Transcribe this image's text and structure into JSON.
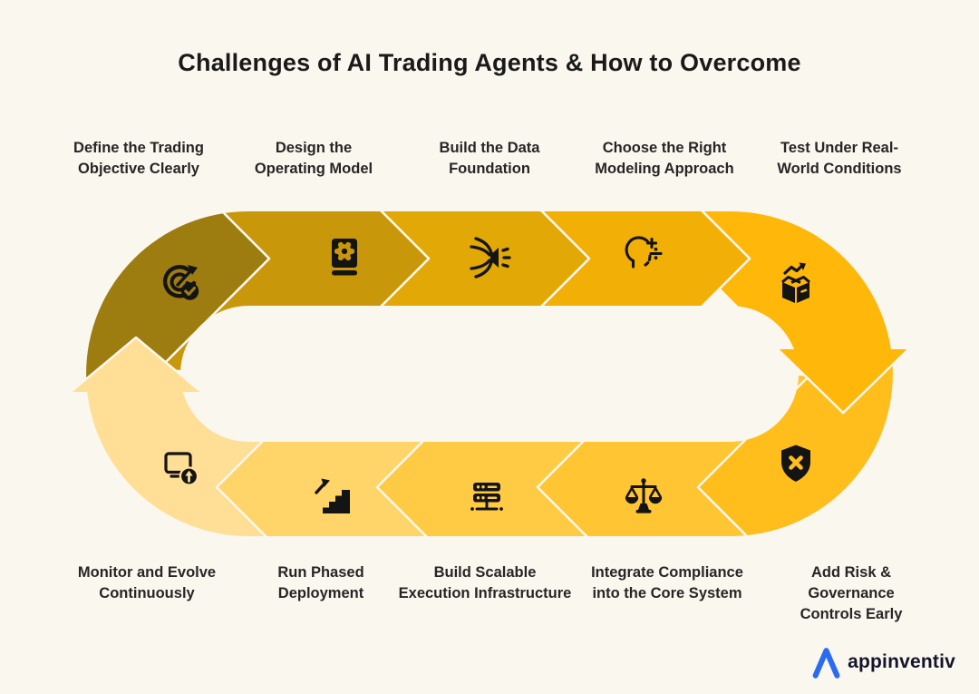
{
  "page": {
    "title": "Challenges of AI Trading Agents & How to Overcome",
    "background": "#FAF7EF",
    "separator_color": "#FAF7EF",
    "icon_color": "#141414"
  },
  "steps": [
    {
      "label": "Define the Trading\nObjective Clearly",
      "icon": "target-check-icon",
      "color": "#9E7D10"
    },
    {
      "label": "Design the\nOperating Model",
      "icon": "book-gear-icon",
      "color": "#C8980A"
    },
    {
      "label": "Build the Data\nFoundation",
      "icon": "data-funnel-icon",
      "color": "#E2A806"
    },
    {
      "label": "Choose the Right\nModeling Approach",
      "icon": "head-math-icon",
      "color": "#F2AF06"
    },
    {
      "label": "Test Under Real-\nWorld Conditions",
      "icon": "box-growth-icon",
      "color": "#FFB70A"
    },
    {
      "label": "Add Risk & Governance\nControls Early",
      "icon": "shield-x-icon",
      "color": "#FFBE1C"
    },
    {
      "label": "Integrate Compliance\ninto the Core System",
      "icon": "scale-icon",
      "color": "#FFC532"
    },
    {
      "label": "Build Scalable\nExecution Infrastructure",
      "icon": "server-icon",
      "color": "#FFCB45"
    },
    {
      "label": "Run Phased\nDeployment",
      "icon": "stairs-up-icon",
      "color": "#FFD469"
    },
    {
      "label": "Monitor and Evolve\nContinuously",
      "icon": "monitor-upload-icon",
      "color": "#FFDE95"
    }
  ],
  "brand": {
    "name": "appinventiv",
    "accent": "#2B6BF3",
    "text_color": "#14142b"
  }
}
